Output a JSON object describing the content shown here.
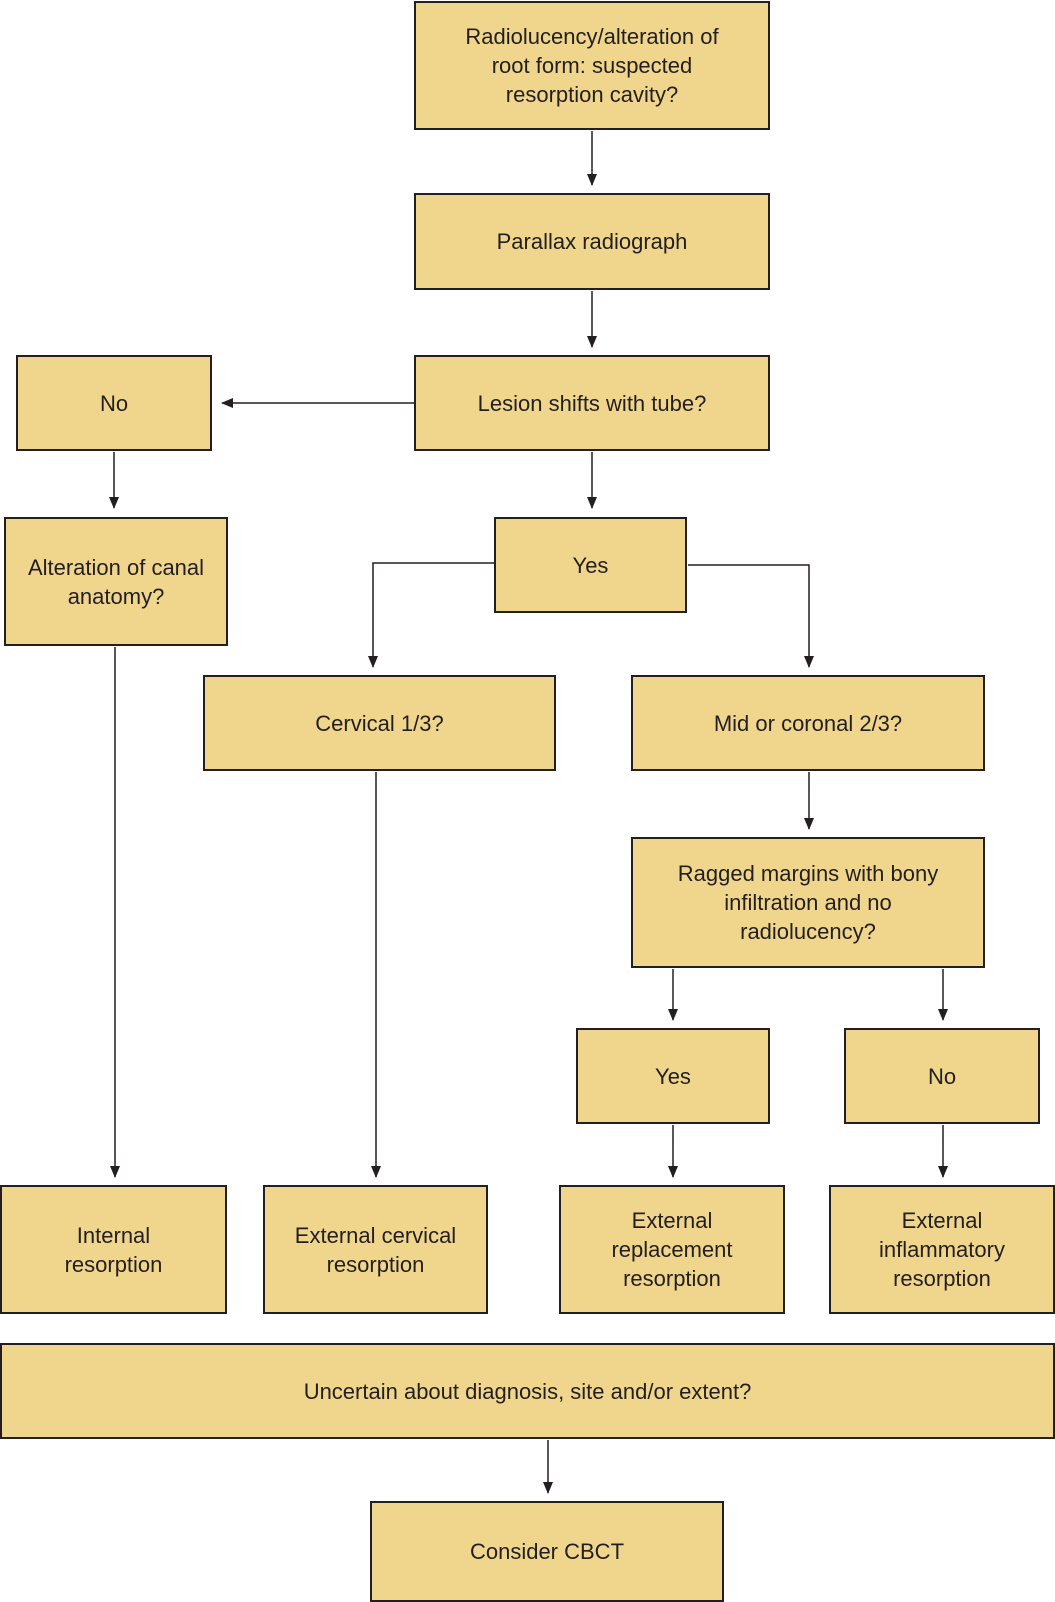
{
  "colors": {
    "box_fill": "#f0d68d",
    "box_border": "#231f20",
    "text": "#231f20",
    "connector": "#231f20"
  },
  "nodes": {
    "start": "Radiolucency/alteration of root form: suspected resorption cavity?",
    "parallax": "Parallax radiograph",
    "lesion_shift": "Lesion shifts with tube?",
    "no_shift": "No",
    "canal_alteration": "Alteration of canal anatomy?",
    "yes_shift": "Yes",
    "cervical": "Cervical 1/3?",
    "mid_coronal": "Mid or coronal 2/3?",
    "ragged_margins": "Ragged margins with bony infiltration and no radiolucency?",
    "yes_ragged": "Yes",
    "no_ragged": "No",
    "internal": "Internal resorption",
    "external_cervical": "External cervical resorption",
    "external_replacement": "External replacement resorption",
    "external_inflammatory": "External inflammatory resorption",
    "uncertain": "Uncertain about diagnosis, site and/or extent?",
    "cbct": "Consider CBCT"
  },
  "edges": [
    {
      "from": "start",
      "to": "parallax"
    },
    {
      "from": "parallax",
      "to": "lesion_shift"
    },
    {
      "from": "lesion_shift",
      "to": "no_shift"
    },
    {
      "from": "lesion_shift",
      "to": "yes_shift"
    },
    {
      "from": "no_shift",
      "to": "canal_alteration"
    },
    {
      "from": "canal_alteration",
      "to": "internal"
    },
    {
      "from": "yes_shift",
      "to": "cervical"
    },
    {
      "from": "yes_shift",
      "to": "mid_coronal"
    },
    {
      "from": "cervical",
      "to": "external_cervical"
    },
    {
      "from": "mid_coronal",
      "to": "ragged_margins"
    },
    {
      "from": "ragged_margins",
      "to": "yes_ragged"
    },
    {
      "from": "ragged_margins",
      "to": "no_ragged"
    },
    {
      "from": "yes_ragged",
      "to": "external_replacement"
    },
    {
      "from": "no_ragged",
      "to": "external_inflammatory"
    },
    {
      "from": "uncertain",
      "to": "cbct"
    }
  ]
}
